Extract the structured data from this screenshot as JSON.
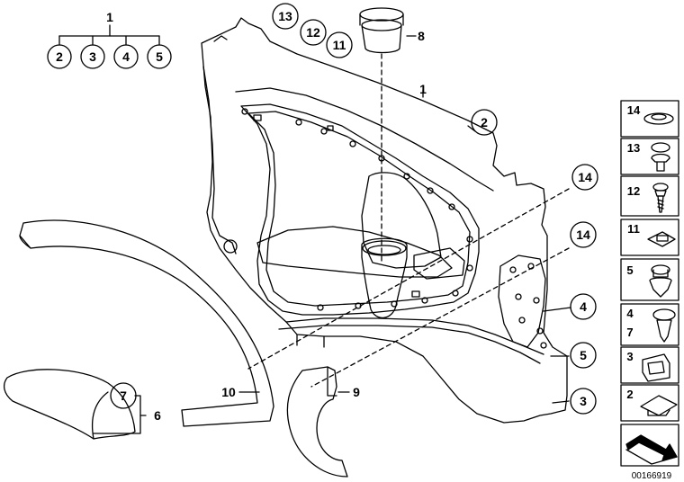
{
  "diagram": {
    "header_group": {
      "title": "1",
      "children": [
        "2",
        "3",
        "4",
        "5"
      ]
    },
    "callouts": {
      "c13": "13",
      "c12": "12",
      "c11": "11",
      "c8": "8",
      "c1": "1",
      "c2": "2",
      "c14a": "14",
      "c14b": "14",
      "c4": "4",
      "c5": "5",
      "c3": "3",
      "c7": "7",
      "c6": "6",
      "c10": "10",
      "c9": "9"
    },
    "fastener_panel": [
      {
        "labels": [
          "14"
        ],
        "icon": "trim-clip-cap-icon"
      },
      {
        "labels": [
          "13"
        ],
        "icon": "expansion-rivet-icon"
      },
      {
        "labels": [
          "12"
        ],
        "icon": "screw-icon"
      },
      {
        "labels": [
          "11"
        ],
        "icon": "square-clip-nut-icon"
      },
      {
        "labels": [
          "5"
        ],
        "icon": "push-clip-icon"
      },
      {
        "labels": [
          "4",
          "7"
        ],
        "icon": "spreading-rivet-icon"
      },
      {
        "labels": [
          "3"
        ],
        "icon": "spring-nut-icon"
      },
      {
        "labels": [
          "2"
        ],
        "icon": "sheet-metal-clip-icon"
      },
      {
        "labels": [],
        "icon": "arrow-corner-icon"
      }
    ],
    "diagram_id": "00166919"
  }
}
